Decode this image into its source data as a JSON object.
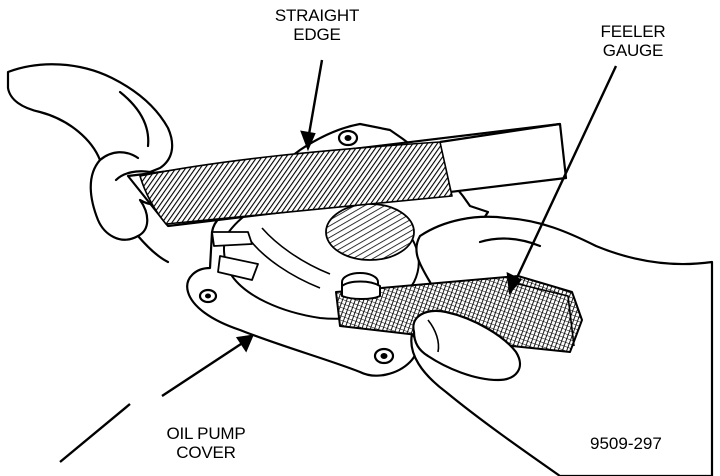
{
  "labels": {
    "straight_edge_line1": "STRAIGHT",
    "straight_edge_line2": "EDGE",
    "feeler_gauge_line1": "FEELER",
    "feeler_gauge_line2": "GAUGE",
    "oil_pump_cover_line1": "OIL PUMP",
    "oil_pump_cover_line2": "COVER"
  },
  "figure_id": "9509-297",
  "colors": {
    "ink": "#000000",
    "paper": "#ffffff"
  }
}
